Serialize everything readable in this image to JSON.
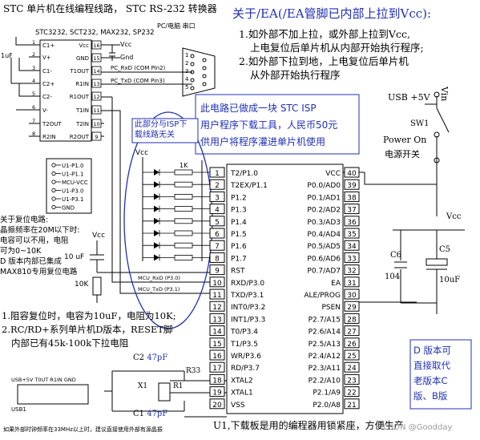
{
  "title": "STC 单片机在线编程线路， STC RS-232 转换器",
  "top_right_heading": "关于/EA(/EA管脚已内部上拉到Vcc):",
  "ea_notes": [
    "1.如外部不加上拉，或外部上拉到Vcc,",
    "上电复位后单片机从内部开始执行程序;",
    "2.如外部下拉到地，上电复位后单片机",
    "从外部开始执行程序"
  ],
  "board_note": [
    "此电路已做成一块 STC ISP",
    "用户程序下载工具，人民币50元",
    "供用户将程序灌进单片机使用"
  ],
  "isp_note": [
    "此部分与ISP下",
    "载线路无关"
  ],
  "rs232_chip": {
    "label": "STC3232, SCT232, MAX232, SP232",
    "left_pins": [
      {
        "num": "1",
        "name": "C1+"
      },
      {
        "num": "2",
        "name": "V+"
      },
      {
        "num": "3",
        "name": "C1-"
      },
      {
        "num": "4",
        "name": "C2+"
      },
      {
        "num": "5",
        "name": "C2-"
      },
      {
        "num": "6",
        "name": "V-"
      },
      {
        "num": "7",
        "name": "T2OUT"
      },
      {
        "num": "8",
        "name": "R2IN"
      }
    ],
    "right_pins": [
      {
        "num": "16",
        "name": "Vcc"
      },
      {
        "num": "15",
        "name": "GND"
      },
      {
        "num": "14",
        "name": "T1OUT"
      },
      {
        "num": "13",
        "name": "R1IN"
      },
      {
        "num": "12",
        "name": "R1OUT"
      },
      {
        "num": "11",
        "name": "T1IN"
      },
      {
        "num": "10",
        "name": "T2IN"
      },
      {
        "num": "9",
        "name": "R2OUT"
      }
    ]
  },
  "rs232_labels": {
    "pc_port": "PC/电脑 串口",
    "vcc": "Vcc",
    "gnd": "Gnd",
    "rxd": "PC_RxD (COM Pin2)",
    "txd": "PC_TxD (COM Pin3)",
    "cap": "1uF",
    "db9": [
      "1",
      "2",
      "3",
      "4",
      "5"
    ]
  },
  "header_pins": [
    "U1-P1.0",
    "U1-P1.1",
    "MCU-VCC",
    "U1-P3.0",
    "U1-P3.1",
    "GND"
  ],
  "reset_notes": [
    "关于复位电路:",
    "晶振频率在20M以下时:",
    "电容可以不用，电阻",
    "可为0~10K",
    "D 版本内部已集成",
    "MAX810专用复位电路"
  ],
  "reset_parts": {
    "vcc": "Vcc",
    "cap": "10 uF",
    "res": "10K",
    "rst_net": "MCU_RxD (P3.0)",
    "txd_net": "MCU_TxD (P3.1)"
  },
  "bottom_notes": [
    "1.阻容复位时，电容为10uF，电阻为10K;",
    "2.RC/RD+系列单片机D版本，RESET脚",
    "内部已有45k-100k下拉电阻"
  ],
  "mcu": {
    "left_pins": [
      {
        "num": "1",
        "name": "T2/P1.0"
      },
      {
        "num": "2",
        "name": "T2EX/P1.1"
      },
      {
        "num": "3",
        "name": "P1.2"
      },
      {
        "num": "4",
        "name": "P1.3"
      },
      {
        "num": "5",
        "name": "P1.4"
      },
      {
        "num": "6",
        "name": "P1.5"
      },
      {
        "num": "7",
        "name": "P1.6"
      },
      {
        "num": "8",
        "name": "P1.7"
      },
      {
        "num": "9",
        "name": "RST"
      },
      {
        "num": "10",
        "name": "RXD/P3.0"
      },
      {
        "num": "11",
        "name": "TXD/P3.1"
      },
      {
        "num": "12",
        "name": "INT0/P3.2"
      },
      {
        "num": "13",
        "name": "INT1/P3.3"
      },
      {
        "num": "14",
        "name": "T0/P3.4"
      },
      {
        "num": "15",
        "name": "T1/P3.5"
      },
      {
        "num": "16",
        "name": "WR/P3.6"
      },
      {
        "num": "17",
        "name": "RD/P3.7"
      },
      {
        "num": "18",
        "name": "XTAL2"
      },
      {
        "num": "19",
        "name": "XTAL1"
      },
      {
        "num": "20",
        "name": "VSS"
      }
    ],
    "right_pins": [
      {
        "num": "40",
        "name": "VCC"
      },
      {
        "num": "39",
        "name": "P0.0/AD0"
      },
      {
        "num": "38",
        "name": "P0.1/AD1"
      },
      {
        "num": "37",
        "name": "P0.2/AD2"
      },
      {
        "num": "36",
        "name": "P0.3/AD3"
      },
      {
        "num": "35",
        "name": "P0.4/AD4"
      },
      {
        "num": "34",
        "name": "P0.5/AD5"
      },
      {
        "num": "33",
        "name": "P0.6/AD6"
      },
      {
        "num": "32",
        "name": "P0.7/AD7"
      },
      {
        "num": "31",
        "name": "EA"
      },
      {
        "num": "30",
        "name": "ALE/PROG"
      },
      {
        "num": "29",
        "name": "PSEN"
      },
      {
        "num": "28",
        "name": "P2.7/A15"
      },
      {
        "num": "27",
        "name": "P2.6/A14"
      },
      {
        "num": "26",
        "name": "P2.5/A13"
      },
      {
        "num": "25",
        "name": "P2.4/A12"
      },
      {
        "num": "24",
        "name": "P2.3/A11"
      },
      {
        "num": "23",
        "name": "P2.2/A10"
      },
      {
        "num": "22",
        "name": "P2.1/A9"
      },
      {
        "num": "21",
        "name": "P2.0/A8"
      }
    ],
    "caption": "U1,下载板是用的编程器用锁紧座，方便生产"
  },
  "led_parts": {
    "vcc": "Vcc",
    "res": "1K"
  },
  "power": {
    "usb": "USB +5V",
    "vin": "Vin",
    "sw": "SW1",
    "switch_en": "Power On",
    "switch_cn": "电源开关",
    "vcc": "Vcc",
    "c6": "C6",
    "c6v": "104",
    "c5": "C5",
    "c5v": "10uF"
  },
  "crystal": {
    "c2": "C2",
    "c1": "C1",
    "cap": "47pF",
    "x1": "X1",
    "r1": "R1",
    "r33": "R33"
  },
  "usb": {
    "label": "USB1",
    "pins": "USB+5V T0UT R1IN GND"
  },
  "footnote": "如果外部时钟频率在33MHz以上时，建议直接使用外部有源晶振",
  "d_version_note": [
    "D 版本可",
    "直接取代",
    "老版本C",
    "版、B版"
  ],
  "watermark": "CSDN @Goodday"
}
